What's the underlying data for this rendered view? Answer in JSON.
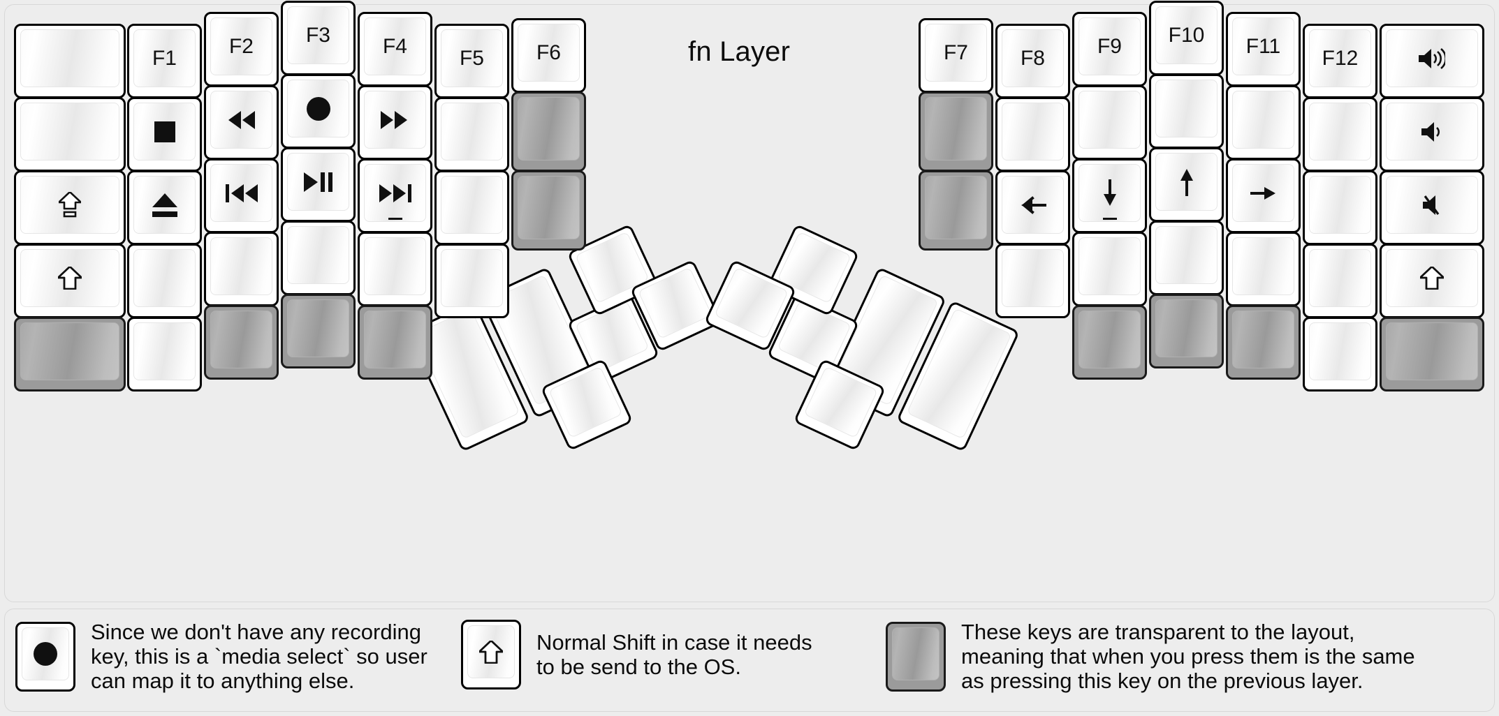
{
  "title": "fn Layer",
  "colors": {
    "background": "#ededed",
    "key_face": "#ffffff",
    "key_outline": "#000000",
    "transparent_key": "#9b9b9b"
  },
  "keyboard": {
    "left_half": {
      "columns": [
        {
          "name": "col-pinky-outer",
          "keys": [
            {
              "label": "",
              "glyph": "",
              "transparent": false
            },
            {
              "label": "",
              "glyph": "",
              "transparent": false
            },
            {
              "label": "",
              "glyph": "caps-lock-icon",
              "transparent": false
            },
            {
              "label": "",
              "glyph": "shift-icon",
              "transparent": false
            },
            {
              "label": "",
              "glyph": "",
              "transparent": true
            }
          ]
        },
        {
          "name": "col-pinky",
          "keys": [
            {
              "label": "F1",
              "glyph": "",
              "transparent": false
            },
            {
              "label": "",
              "glyph": "media-stop-icon",
              "transparent": false
            },
            {
              "label": "",
              "glyph": "media-eject-icon",
              "transparent": false
            },
            {
              "label": "",
              "glyph": "",
              "transparent": false
            },
            {
              "label": "",
              "glyph": "",
              "transparent": false
            }
          ]
        },
        {
          "name": "col-ring",
          "keys": [
            {
              "label": "F2",
              "glyph": "",
              "transparent": false
            },
            {
              "label": "",
              "glyph": "media-rewind-icon",
              "transparent": false
            },
            {
              "label": "",
              "glyph": "media-previous-icon",
              "transparent": false
            },
            {
              "label": "",
              "glyph": "",
              "transparent": false
            },
            {
              "label": "",
              "glyph": "",
              "transparent": true
            }
          ]
        },
        {
          "name": "col-middle",
          "keys": [
            {
              "label": "F3",
              "glyph": "",
              "transparent": false
            },
            {
              "label": "",
              "glyph": "media-record-icon",
              "transparent": false
            },
            {
              "label": "",
              "glyph": "media-play-pause-icon",
              "transparent": false
            },
            {
              "label": "",
              "glyph": "",
              "transparent": false
            },
            {
              "label": "",
              "glyph": "",
              "transparent": true
            }
          ]
        },
        {
          "name": "col-index",
          "keys": [
            {
              "label": "F4",
              "glyph": "",
              "transparent": false
            },
            {
              "label": "",
              "glyph": "media-fast-forward-icon",
              "transparent": false
            },
            {
              "label": "",
              "glyph": "media-next-icon",
              "transparent": false,
              "underline": true
            },
            {
              "label": "",
              "glyph": "",
              "transparent": false
            },
            {
              "label": "",
              "glyph": "",
              "transparent": true
            }
          ]
        },
        {
          "name": "col-index-inner",
          "keys": [
            {
              "label": "F5",
              "glyph": "",
              "transparent": false
            },
            {
              "label": "",
              "glyph": "",
              "transparent": false
            },
            {
              "label": "",
              "glyph": "",
              "transparent": false
            },
            {
              "label": "",
              "glyph": "",
              "transparent": false
            }
          ]
        },
        {
          "name": "col-inner",
          "keys": [
            {
              "label": "F6",
              "glyph": "",
              "transparent": false
            },
            {
              "label": "",
              "glyph": "",
              "transparent": true
            },
            {
              "label": "",
              "glyph": "",
              "transparent": true
            }
          ]
        }
      ],
      "thumb_cluster": [
        {
          "name": "thumb-big-1",
          "label": "",
          "glyph": "",
          "transparent": false
        },
        {
          "name": "thumb-big-2",
          "label": "",
          "glyph": "",
          "transparent": false
        },
        {
          "name": "thumb-small-1",
          "label": "",
          "glyph": "",
          "transparent": false
        },
        {
          "name": "thumb-small-2",
          "label": "",
          "glyph": "",
          "transparent": false
        },
        {
          "name": "thumb-small-3",
          "label": "",
          "glyph": "",
          "transparent": false
        },
        {
          "name": "thumb-small-4",
          "label": "",
          "glyph": "",
          "transparent": false
        }
      ]
    },
    "right_half": {
      "columns": [
        {
          "name": "col-inner",
          "keys": [
            {
              "label": "F7",
              "glyph": "",
              "transparent": false
            },
            {
              "label": "",
              "glyph": "",
              "transparent": true
            },
            {
              "label": "",
              "glyph": "",
              "transparent": true
            }
          ]
        },
        {
          "name": "col-index-inner",
          "keys": [
            {
              "label": "F8",
              "glyph": "",
              "transparent": false
            },
            {
              "label": "",
              "glyph": "",
              "transparent": false
            },
            {
              "label": "",
              "glyph": "arrow-left-icon",
              "transparent": false
            },
            {
              "label": "",
              "glyph": "",
              "transparent": false
            }
          ]
        },
        {
          "name": "col-index",
          "keys": [
            {
              "label": "F9",
              "glyph": "",
              "transparent": false
            },
            {
              "label": "",
              "glyph": "",
              "transparent": false
            },
            {
              "label": "",
              "glyph": "arrow-down-icon",
              "transparent": false,
              "underline": true
            },
            {
              "label": "",
              "glyph": "",
              "transparent": false
            },
            {
              "label": "",
              "glyph": "",
              "transparent": true
            }
          ]
        },
        {
          "name": "col-middle",
          "keys": [
            {
              "label": "F10",
              "glyph": "",
              "transparent": false
            },
            {
              "label": "",
              "glyph": "",
              "transparent": false
            },
            {
              "label": "",
              "glyph": "arrow-up-icon",
              "transparent": false
            },
            {
              "label": "",
              "glyph": "",
              "transparent": false
            },
            {
              "label": "",
              "glyph": "",
              "transparent": true
            }
          ]
        },
        {
          "name": "col-ring",
          "keys": [
            {
              "label": "F11",
              "glyph": "",
              "transparent": false
            },
            {
              "label": "",
              "glyph": "",
              "transparent": false
            },
            {
              "label": "",
              "glyph": "arrow-right-icon",
              "transparent": false
            },
            {
              "label": "",
              "glyph": "",
              "transparent": false
            },
            {
              "label": "",
              "glyph": "",
              "transparent": true
            }
          ]
        },
        {
          "name": "col-pinky",
          "keys": [
            {
              "label": "F12",
              "glyph": "",
              "transparent": false
            },
            {
              "label": "",
              "glyph": "",
              "transparent": false
            },
            {
              "label": "",
              "glyph": "",
              "transparent": false
            },
            {
              "label": "",
              "glyph": "",
              "transparent": false
            },
            {
              "label": "",
              "glyph": "",
              "transparent": false
            }
          ]
        },
        {
          "name": "col-pinky-outer",
          "keys": [
            {
              "label": "",
              "glyph": "volume-up-icon",
              "transparent": false
            },
            {
              "label": "",
              "glyph": "volume-down-icon",
              "transparent": false
            },
            {
              "label": "",
              "glyph": "volume-mute-icon",
              "transparent": false
            },
            {
              "label": "",
              "glyph": "shift-icon",
              "transparent": false
            },
            {
              "label": "",
              "glyph": "",
              "transparent": true
            }
          ]
        }
      ],
      "thumb_cluster": [
        {
          "name": "thumb-big-1",
          "label": "",
          "glyph": "",
          "transparent": false
        },
        {
          "name": "thumb-big-2",
          "label": "",
          "glyph": "",
          "transparent": false
        },
        {
          "name": "thumb-small-1",
          "label": "",
          "glyph": "",
          "transparent": false
        },
        {
          "name": "thumb-small-2",
          "label": "",
          "glyph": "",
          "transparent": false
        },
        {
          "name": "thumb-small-3",
          "label": "",
          "glyph": "",
          "transparent": false
        },
        {
          "name": "thumb-small-4",
          "label": "",
          "glyph": "",
          "transparent": false
        }
      ]
    }
  },
  "legend": [
    {
      "key_glyph": "media-record-icon",
      "key_transparent": false,
      "text": "Since we don't have any recording\nkey, this is a `media select` so user\ncan map it to anything else."
    },
    {
      "key_glyph": "shift-icon",
      "key_transparent": false,
      "text": "Normal Shift in case it needs\nto be send to the OS."
    },
    {
      "key_glyph": "",
      "key_transparent": true,
      "text": "These keys are transparent to the layout,\nmeaning that when you press them is the same\nas pressing this key on the previous layer."
    }
  ]
}
